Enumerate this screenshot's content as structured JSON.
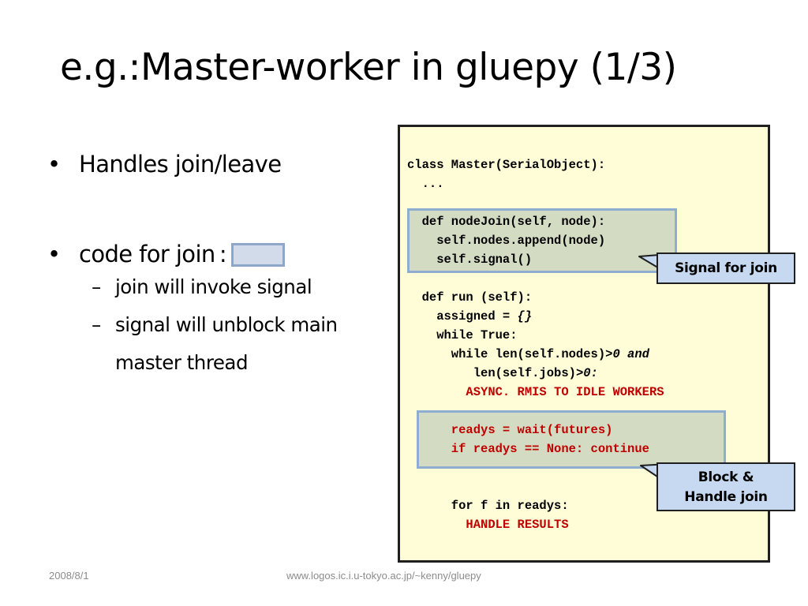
{
  "slide": {
    "title": "e.g.:Master-worker in gluepy (1/3)"
  },
  "bullets": {
    "b1": "Handles join/leave",
    "b2": "code for join :",
    "b2_sub1": "join will invoke signal",
    "b2_sub2": "signal will unblock main",
    "b2_sub3": "master thread",
    "marker": "•",
    "dash": "–"
  },
  "code": {
    "l1": "class Master(SerialObject):",
    "l2": "  ...",
    "l3": "  def nodeJoin(self, node):",
    "l4": "    self.nodes.append(node)",
    "l5": "    self.signal()",
    "l6": "  def run (self):",
    "l7a": "    assigned = ",
    "l7b": "{}",
    "l8": "    while True:",
    "l9a": "      while len(self.nodes)",
    "l9b": ">0 and",
    "l10a": "         len(self.jobs)",
    "l10b": ">0:",
    "l11": "        ASYNC. RMIS TO IDLE WORKERS",
    "l12": "      readys = wait(futures)",
    "l13": "      if readys == None: continue",
    "l14": "      for f in readys:",
    "l15": "        HANDLE RESULTS"
  },
  "callouts": {
    "join": "Signal for join",
    "block_line1": "Block &",
    "block_line2": "Handle join"
  },
  "footer": {
    "date": "2008/8/1",
    "url": "www.logos.ic.i.u-tokyo.ac.jp/~kenny/gluepy"
  },
  "colors": {
    "code_background": "#fffcd8",
    "highlight_fill": "#d3dcc3",
    "highlight_border": "#8fadd1",
    "callout_fill": "#c6d9f1",
    "code_red": "#c00000"
  }
}
